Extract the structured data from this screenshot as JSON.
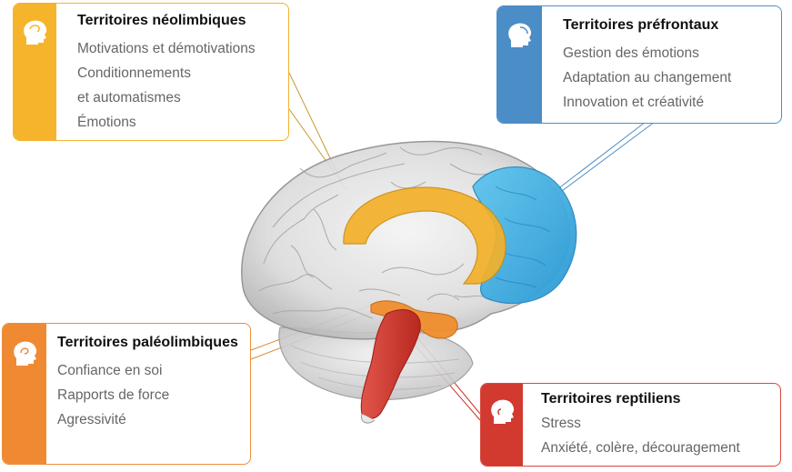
{
  "regions": {
    "neolimbic": {
      "title": "Territoires néolimbiques",
      "lines": [
        "Motivations et démotivations",
        "Conditionnements",
        "et automatismes",
        "Émotions"
      ],
      "color": "#f6b42d"
    },
    "prefrontal": {
      "title": "Territoires préfrontaux",
      "lines": [
        "Gestion des émotions",
        "Adaptation au changement",
        "Innovation et créativité"
      ],
      "color": "#4b8dc6"
    },
    "paleolimbic": {
      "title": "Territoires paléolimbiques",
      "lines": [
        "Confiance en soi",
        "Rapports de force",
        "Agressivité"
      ],
      "color": "#ef8a33"
    },
    "reptilian": {
      "title": "Territoires reptiliens",
      "lines": [
        "Stress",
        "Anxiété, colère, découragement"
      ],
      "color": "#d2392f"
    }
  },
  "icons": {
    "neolimbic": "head-profile-icon",
    "prefrontal": "head-profile-icon",
    "paleolimbic": "head-profile-icon",
    "reptilian": "head-profile-icon"
  }
}
